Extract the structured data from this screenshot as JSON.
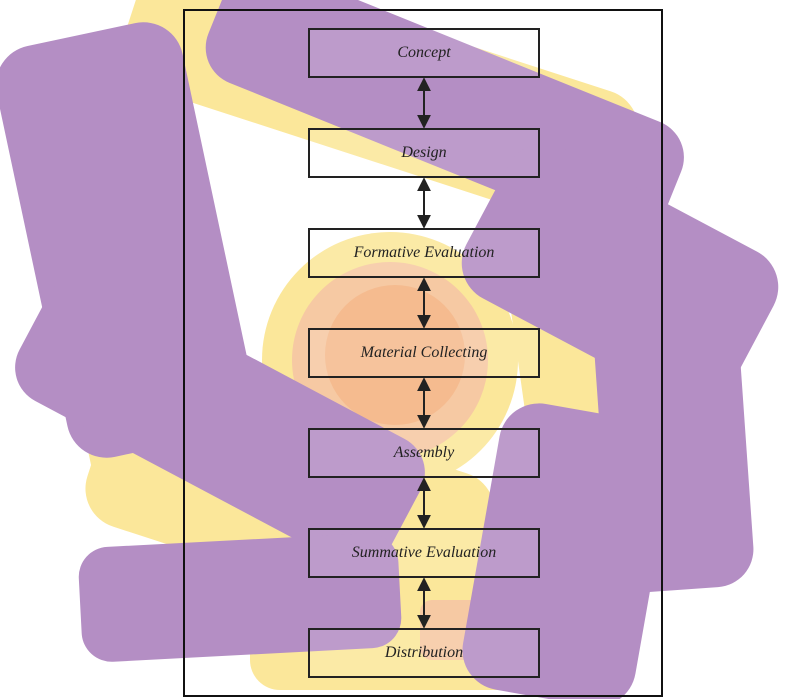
{
  "colors": {
    "watermark_purple": "#b48ec4",
    "watermark_yellow": "#fbe79a",
    "watermark_peach": "#f6c9a3",
    "watermark_orange": "#f4b98c",
    "line": "#222222"
  },
  "steps": [
    {
      "label": "Concept"
    },
    {
      "label": "Design"
    },
    {
      "label": "Formative Evaluation"
    },
    {
      "label": "Material Collecting"
    },
    {
      "label": "Assembly"
    },
    {
      "label": "Summative Evaluation"
    },
    {
      "label": "Distribution"
    }
  ],
  "connectors": [
    {
      "from": 0,
      "to": 1,
      "direction": "both"
    },
    {
      "from": 1,
      "to": 2,
      "direction": "both"
    },
    {
      "from": 2,
      "to": 3,
      "direction": "both"
    },
    {
      "from": 3,
      "to": 4,
      "direction": "both"
    },
    {
      "from": 4,
      "to": 5,
      "direction": "both"
    },
    {
      "from": 5,
      "to": 6,
      "direction": "both"
    }
  ]
}
